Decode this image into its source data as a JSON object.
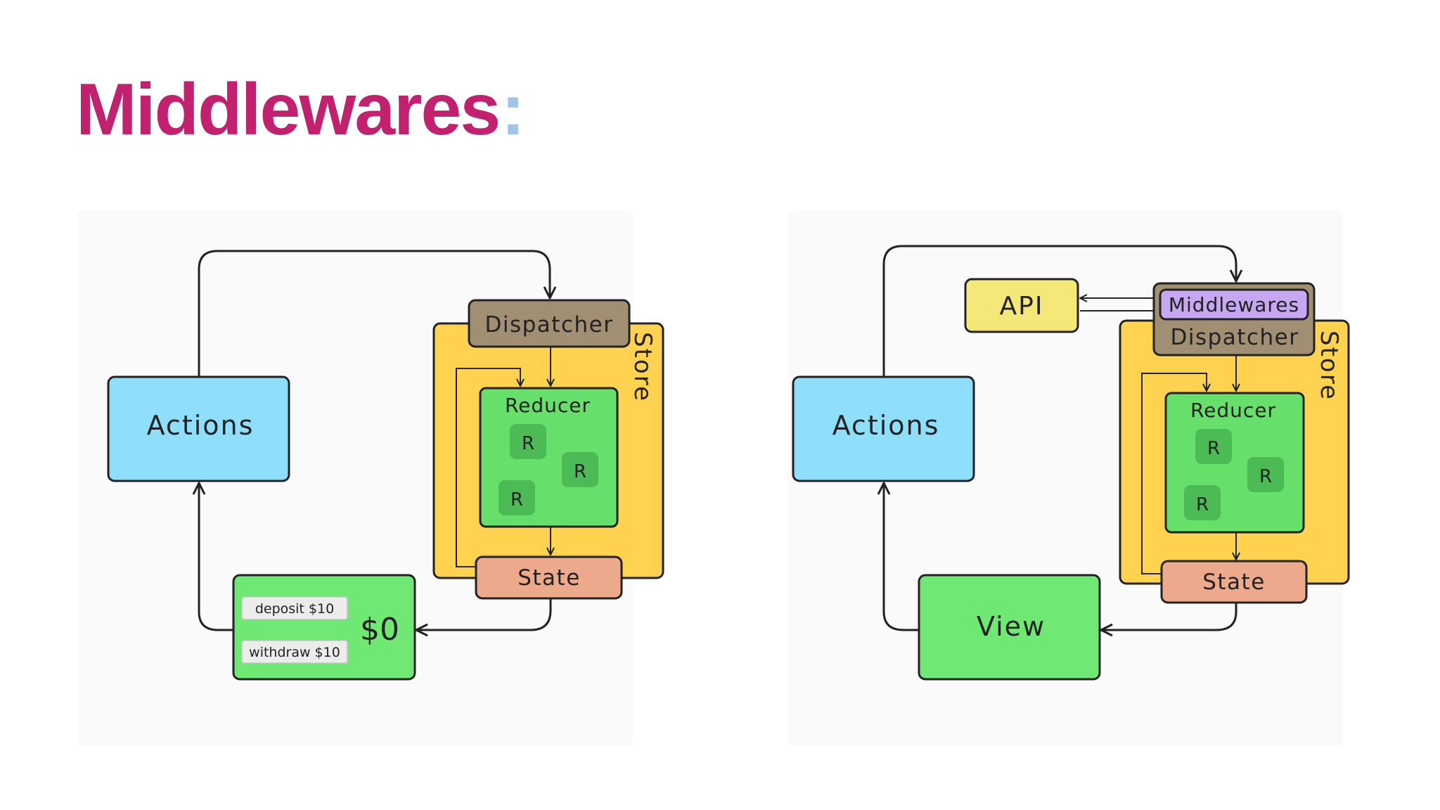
{
  "slide": {
    "title": "Middlewares",
    "title_suffix": ":",
    "colors": {
      "title": "#c2216f",
      "colon": "#9fc6ea",
      "actions": "#8fdffb",
      "dispatcher": "#a08f73",
      "store": "#ffd24f",
      "reducer": "#66e06a",
      "reducer_item": "#4cbb55",
      "state": "#eda98c",
      "view": "#6fe874",
      "api": "#f4e879",
      "middlewares": "#c7a6f2",
      "button": "#ececec"
    }
  },
  "left_diagram": {
    "actions": "Actions",
    "dispatcher": "Dispatcher",
    "store": "Store",
    "reducer": "Reducer",
    "reducer_items": [
      "R",
      "R",
      "R"
    ],
    "state": "State",
    "view": {
      "buttons": [
        "deposit $10",
        "withdraw $10"
      ],
      "balance": "$0"
    }
  },
  "right_diagram": {
    "actions": "Actions",
    "api": "API",
    "middlewares": "Middlewares",
    "dispatcher": "Dispatcher",
    "store": "Store",
    "reducer": "Reducer",
    "reducer_items": [
      "R",
      "R",
      "R"
    ],
    "state": "State",
    "view": "View"
  }
}
